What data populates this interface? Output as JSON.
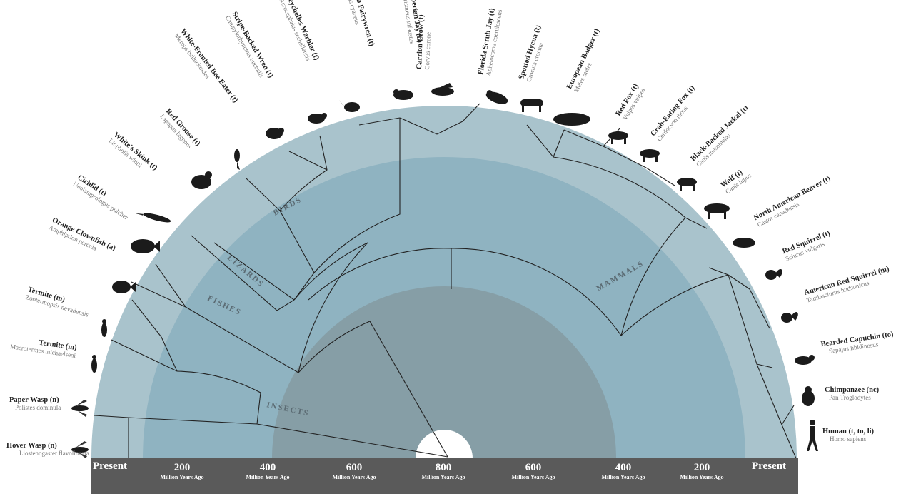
{
  "groups": {
    "birds": "BIRDS",
    "lizards": "LIZARDS",
    "fishes": "FISHES",
    "insects": "INSECTS",
    "mammals": "MAMMALS"
  },
  "axis": {
    "present_left": "Present",
    "present_right": "Present",
    "unit": "Million Years Ago",
    "ticks": [
      "200",
      "400",
      "600",
      "800",
      "600",
      "400",
      "200"
    ]
  },
  "species": [
    {
      "name": "Hover Wasp (n)",
      "latin": "Liostenogaster flavolineata",
      "icon": "wasp-icon"
    },
    {
      "name": "Paper Wasp (n)",
      "latin": "Polistes dominula",
      "icon": "wasp-icon"
    },
    {
      "name": "Termite (m)",
      "latin": "Macrotermes michaelseni",
      "icon": "termite-icon"
    },
    {
      "name": "Termite (m)",
      "latin": "Zootermopsis nevadensis",
      "icon": "termite-icon"
    },
    {
      "name": "Orange Clownfish (a)",
      "latin": "Amphiprion percula",
      "icon": "clownfish-icon"
    },
    {
      "name": "Cichlid (t)",
      "latin": "Neolamprologus pulcher",
      "icon": "cichlid-icon"
    },
    {
      "name": "White's Skink (t)",
      "latin": "Liopholis whitii",
      "icon": "skink-icon"
    },
    {
      "name": "Red Grouse (t)",
      "latin": "Lagopus lagopus",
      "icon": "grouse-icon"
    },
    {
      "name": "White-Fronted Bee Eater (t)",
      "latin": "Merops bullockoides",
      "icon": "bee-eater-icon"
    },
    {
      "name": "Stripe-Backed Wren (t)",
      "latin": "Campylorhynchus nuchalis",
      "icon": "wren-icon"
    },
    {
      "name": "Seychelles Warbler (t)",
      "latin": "Acrocephalus sechellensis",
      "icon": "warbler-icon"
    },
    {
      "name": "Superb Fairywren (t)",
      "latin": "Malurus cyaneus",
      "icon": "fairywren-icon"
    },
    {
      "name": "Siberian Jay (n)",
      "latin": "Perisoreus infaustus",
      "icon": "jay-icon"
    },
    {
      "name": "Carrion Crow (t)",
      "latin": "Corvus corone",
      "icon": "crow-icon"
    },
    {
      "name": "Florida Scrub Jay (t)",
      "latin": "Aphelocoma coerulescens",
      "icon": "scrub-jay-icon"
    },
    {
      "name": "Spotted Hyena (t)",
      "latin": "Crocuta crocuta",
      "icon": "hyena-icon"
    },
    {
      "name": "European Badger (t)",
      "latin": "Meles meles",
      "icon": "badger-icon"
    },
    {
      "name": "Red Fox (t)",
      "latin": "Vulpes vulpes",
      "icon": "fox-icon"
    },
    {
      "name": "Crab-Eating Fox (t)",
      "latin": "Cerdocyon thous",
      "icon": "fox-icon"
    },
    {
      "name": "Black-Backed Jackal (t)",
      "latin": "Canis mesomelas",
      "icon": "jackal-icon"
    },
    {
      "name": "Wolf (t)",
      "latin": "Canis lupus",
      "icon": "wolf-icon"
    },
    {
      "name": "North American Beaver (t)",
      "latin": "Castor canadensis",
      "icon": "beaver-icon"
    },
    {
      "name": "Red Squirrel (t)",
      "latin": "Sciurus vulgaris",
      "icon": "squirrel-icon"
    },
    {
      "name": "American Red Squirrel (m)",
      "latin": "Tamiasciurus hudsonicus",
      "icon": "squirrel-icon"
    },
    {
      "name": "Bearded Capuchin (to)",
      "latin": "Sapajus libidinosus",
      "icon": "capuchin-icon"
    },
    {
      "name": "Chimpanzee (nc)",
      "latin": "Pan Troglodytes",
      "icon": "chimpanzee-icon"
    },
    {
      "name": "Human (t, to, li)",
      "latin": "Homo sapiens",
      "icon": "human-icon"
    }
  ],
  "colors": {
    "outer_ring": "#a9c3cc",
    "middle_ring": "#8fb3c1",
    "inner_ring": "#869ea6",
    "axis_band": "#5a5a5a",
    "branch": "#222222"
  }
}
